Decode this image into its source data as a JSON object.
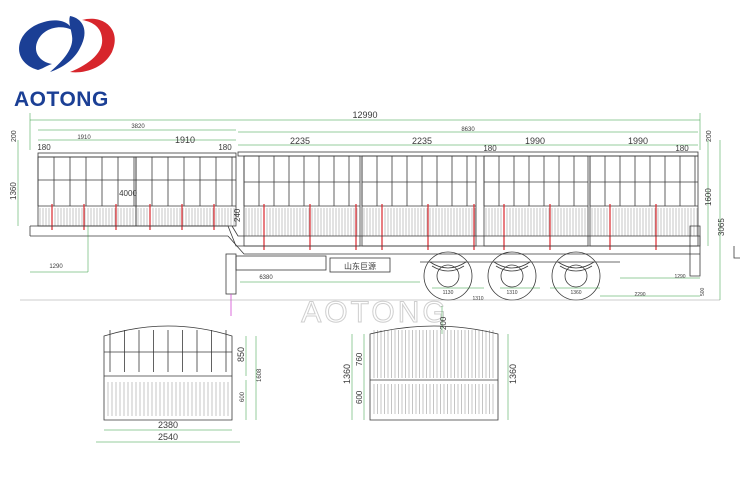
{
  "brand": {
    "name": "AOTONG",
    "watermark": "AOTONG",
    "logo_icon": "aotong-swoosh-logo",
    "primary_color": "#1b3f95",
    "accent_color": "#d7262c"
  },
  "plate_text": "山东巨源",
  "side_view": {
    "overall_length": "12990",
    "front_group": "3820",
    "front_group_split": "1910",
    "mid_group": "8630",
    "bay_width_a": "1910",
    "bay_width_b": "2235",
    "bay_width_c": "1990",
    "post_gap": "180",
    "top_rail": "200",
    "panel_height_left": "1360",
    "panel_height_right": "1600",
    "overall_height": "3065",
    "gooseneck_length": "4000",
    "lower_panel": "240",
    "kingpin_offset": "1290",
    "deck_to_axle": "6380",
    "axle_spacing_1": "1130",
    "axle_spacing_2": "1310",
    "axle_spacing_3": "1360",
    "rear_overhang_1": "1290",
    "rear_overhang_2": "2290",
    "ground_clearance": "500",
    "rear_spread": "1310"
  },
  "front_view": {
    "inner_width": "2380",
    "outer_width": "2540",
    "upper_height": "850",
    "total_height": "1608",
    "lower_height": "600"
  },
  "rear_view": {
    "top": "200",
    "upper": "760",
    "lower": "600",
    "left_height": "1360",
    "right_height": "1360"
  },
  "colors": {
    "line": "#3a3a3a",
    "dimension": "#2e9a3a",
    "highlight": "#d9262c",
    "magenta": "#d24ad2"
  }
}
